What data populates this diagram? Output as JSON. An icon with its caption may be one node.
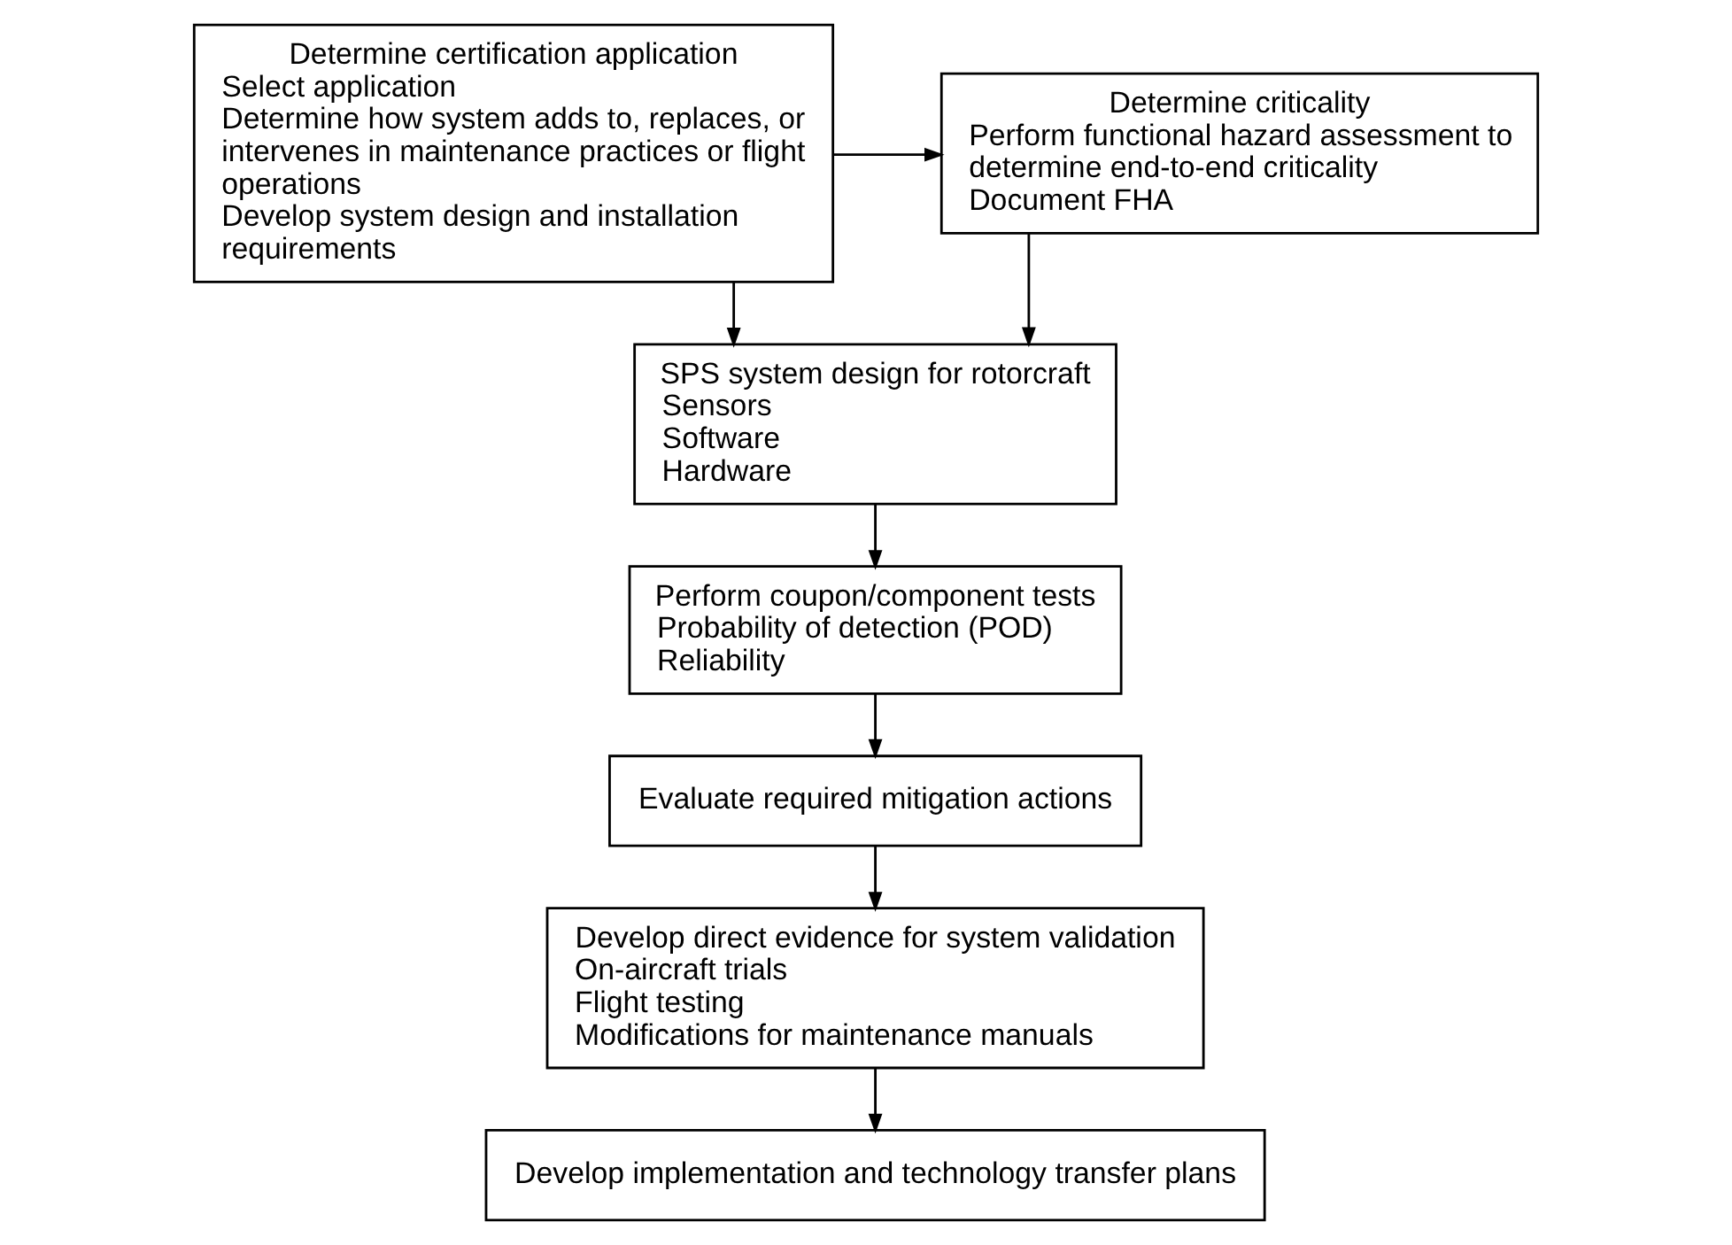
{
  "diagram": {
    "nodes": [
      {
        "text": [
          "Determine certification application",
          "Select application",
          "Determine how system adds to, replaces, or intervenes in maintenance practices or flight operations",
          "Develop system design and installation requirements"
        ]
      },
      {
        "text": [
          "Determine criticality",
          "Perform functional hazard assessment to determine end-to-end criticality",
          "Document FHA"
        ]
      },
      {
        "text": [
          "SPS system design for rotorcraft",
          "Sensors",
          "Software",
          "Hardware"
        ]
      },
      {
        "text": [
          "Perform coupon/component tests",
          "Probability of detection (POD)",
          "Reliability"
        ]
      },
      {
        "text": [
          "Evaluate required mitigation actions"
        ]
      },
      {
        "text": [
          "Develop direct evidence for system validation",
          "On-aircraft trials",
          "Flight testing",
          "Modifications for maintenance manuals"
        ]
      },
      {
        "text": [
          "Develop implementation and technology transfer plans"
        ]
      }
    ],
    "edges": [
      {
        "from": 0,
        "to": 1,
        "arrow": "to"
      },
      {
        "from": 0,
        "to": 2,
        "arrow": "to"
      },
      {
        "from": 1,
        "to": 2,
        "arrow": "to"
      },
      {
        "from": 2,
        "to": 3,
        "arrow": "to"
      },
      {
        "from": 3,
        "to": 4,
        "arrow": "to"
      },
      {
        "from": 4,
        "to": 5,
        "arrow": "to"
      },
      {
        "from": 5,
        "to": 6,
        "arrow": "to"
      }
    ]
  }
}
